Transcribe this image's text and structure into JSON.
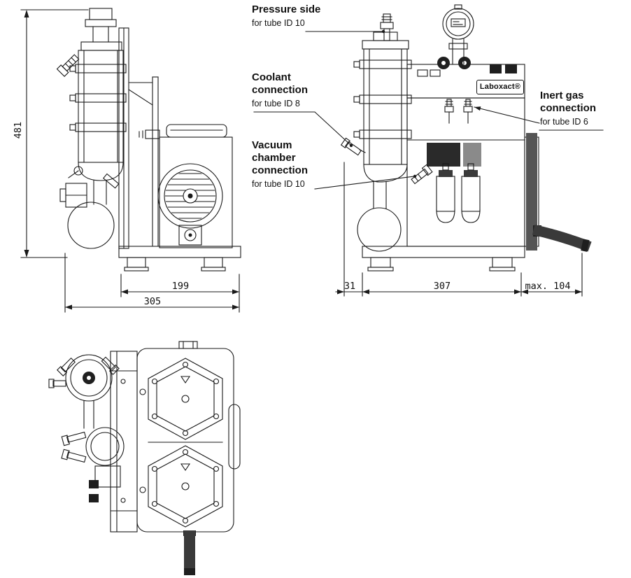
{
  "callouts": {
    "pressure_side": {
      "title": "Pressure side",
      "subtitle": "for tube ID 10"
    },
    "coolant": {
      "title": "Coolant connection",
      "subtitle": "for tube ID 8"
    },
    "vacuum_chamber": {
      "title": "Vacuum chamber connection",
      "subtitle": "for tube ID 10"
    },
    "inert_gas": {
      "title": "Inert gas connection",
      "subtitle": "for tube ID 6"
    }
  },
  "brand_label": "Laboxact®",
  "dimensions": {
    "overall_height": "481",
    "pump_depth": "199",
    "overall_depth": "305",
    "coolant_offset": "31",
    "base_width": "307",
    "hose_extension": "max. 104"
  },
  "colors": {
    "line": "#1a1a1a",
    "background": "#ffffff"
  }
}
